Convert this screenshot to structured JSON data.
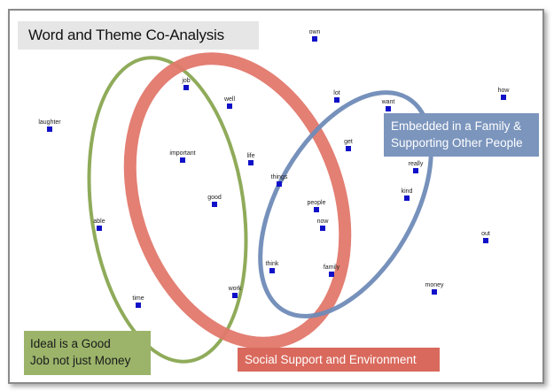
{
  "title": "Word and Theme Co-Analysis",
  "themes": [
    {
      "id": "green",
      "label_lines": [
        "Ideal is a Good",
        "Job not just Money"
      ],
      "color": "#8fab5a"
    },
    {
      "id": "red",
      "label_lines": [
        "Social Support and Environment"
      ],
      "color": "#e2786c"
    },
    {
      "id": "blue",
      "label_lines": [
        "Embedded in a Family &",
        "Supporting Other People"
      ],
      "color": "#6f8bb7"
    }
  ],
  "words": [
    "own",
    "job",
    "well",
    "lot",
    "want",
    "how",
    "laughter",
    "important",
    "life",
    "get",
    "really",
    "things",
    "good",
    "kind",
    "people",
    "now",
    "able",
    "out",
    "think",
    "family",
    "money",
    "work",
    "time"
  ],
  "colors": {
    "marker": "#1010c8",
    "word_text": "#222222",
    "frame_border": "#8a8a8a",
    "title_bg": "#e6e6e6"
  }
}
